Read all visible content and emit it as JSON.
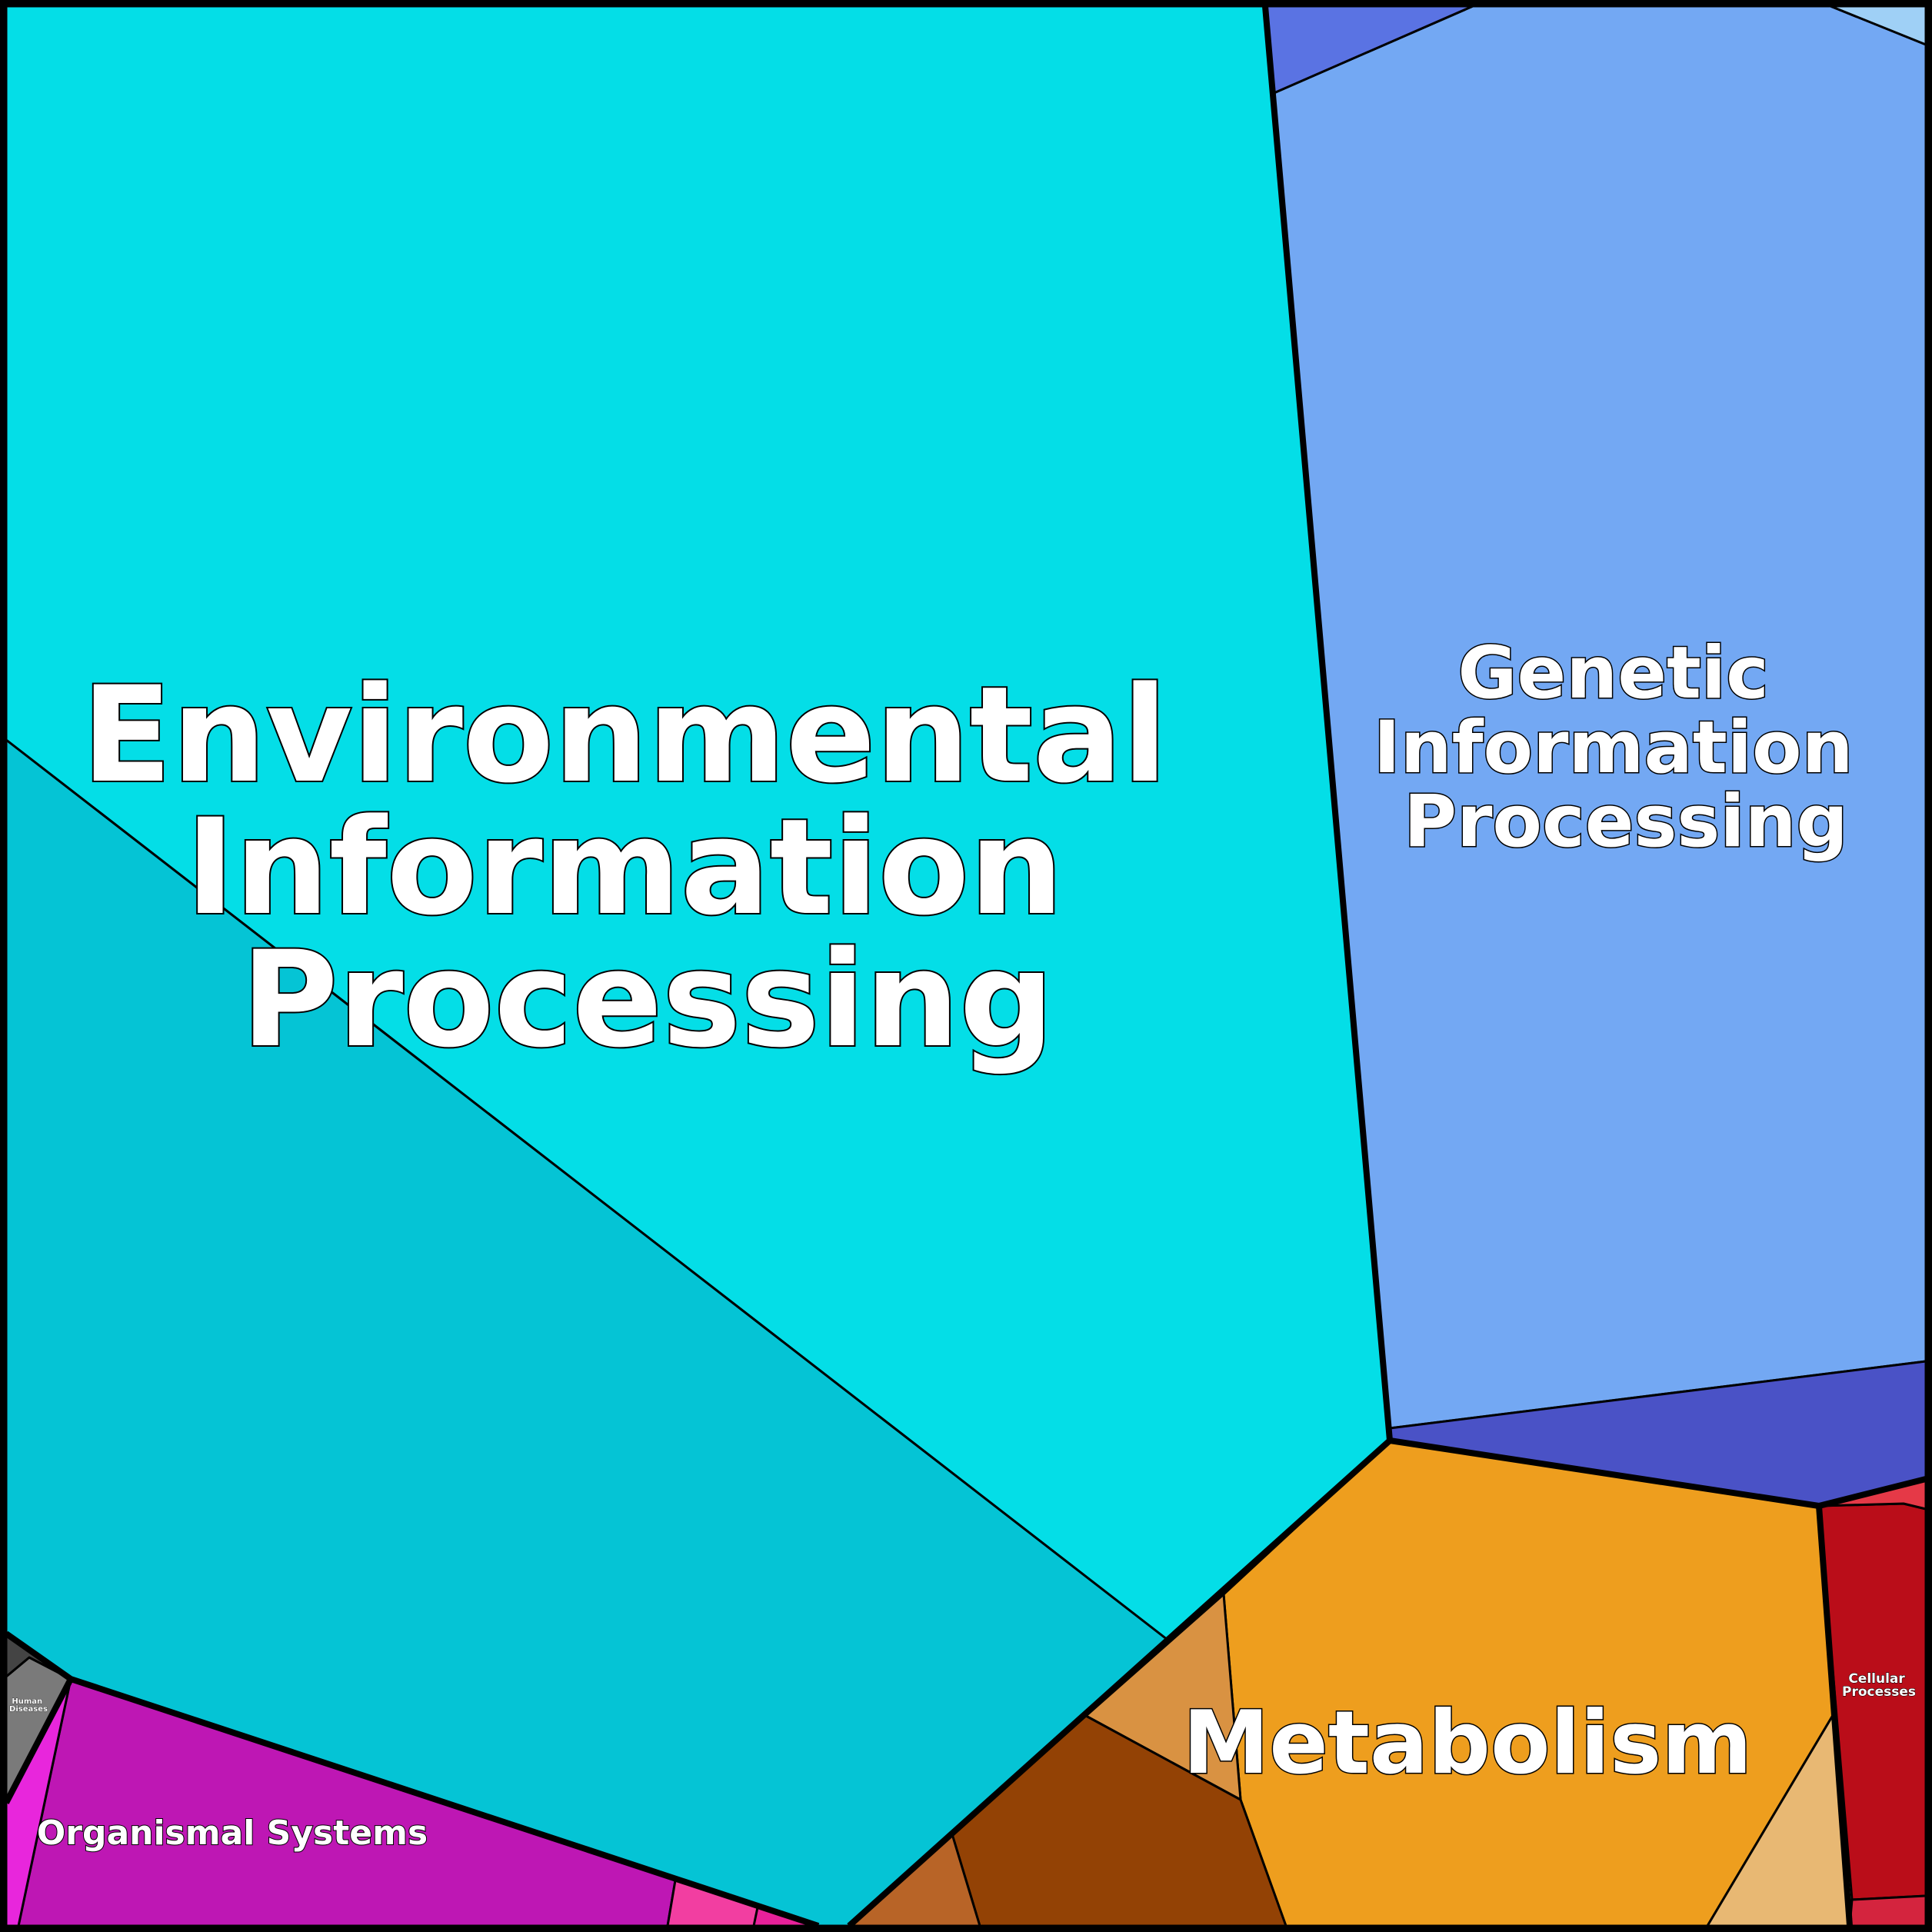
{
  "categories": {
    "environmental": {
      "label_lines": [
        "Environmental",
        "Information",
        "Processing"
      ],
      "color": "#04dee7",
      "sub_color": "#05c4d5"
    },
    "genetic": {
      "label_lines": [
        "Genetic",
        "Information",
        "Processing"
      ],
      "color": "#73a8f3",
      "sub_colors": [
        "#5a73e3",
        "#4a52c6",
        "#9fd0f6"
      ]
    },
    "metabolism": {
      "label": "Metabolism",
      "color": "#ee9e1e",
      "sub_colors": [
        "#d99242",
        "#934205",
        "#b86427",
        "#e8b873"
      ]
    },
    "cellular": {
      "label_lines": [
        "Cellular",
        "Processes"
      ],
      "color": "#ba0d19",
      "sub_colors": [
        "#e53947",
        "#d4243e"
      ]
    },
    "organismal": {
      "label": "Organismal Systems",
      "color": "#be17b4",
      "sub_colors": [
        "#e826dc",
        "#f23ea1",
        "#e8219a"
      ]
    },
    "human_diseases": {
      "label_lines": [
        "Human",
        "Diseases"
      ],
      "color": "#7a7a7a",
      "sub_colors": [
        "#444444",
        "#5e5e5e"
      ]
    }
  }
}
